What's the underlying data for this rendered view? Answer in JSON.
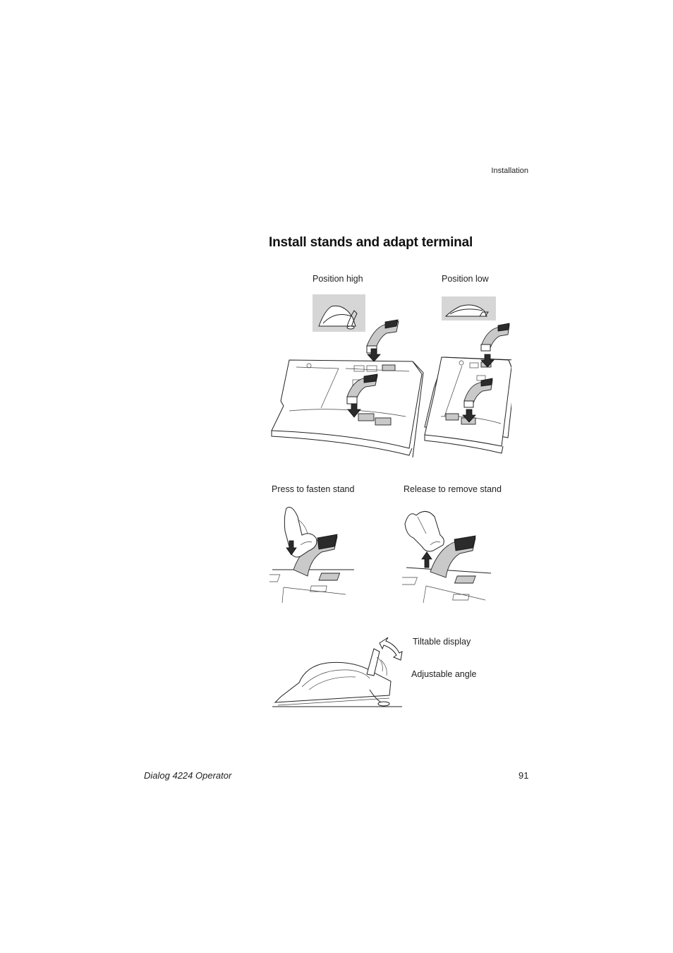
{
  "header": {
    "section": "Installation"
  },
  "page": {
    "title": "Install stands and adapt terminal"
  },
  "figures": {
    "position_high": "Position high",
    "position_low": "Position low",
    "press_to_fasten": "Press to fasten stand",
    "release_to_remove": "Release to remove stand",
    "tiltable_display": "Tiltable display",
    "adjustable_angle": "Adjustable angle"
  },
  "footer": {
    "product": "Dialog 4224 Operator",
    "page_number": "91"
  }
}
